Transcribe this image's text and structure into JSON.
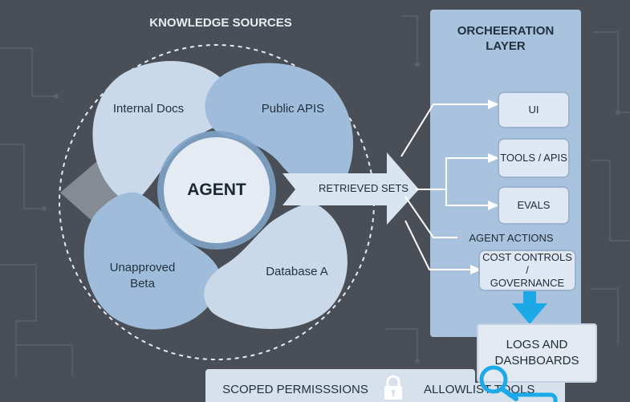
{
  "knowledge_sources": {
    "title": "KNOWLEDGE SOURCES",
    "sources": [
      "Internal Docs",
      "Public APIS",
      "Unapproved Beta",
      "Database A"
    ],
    "center": "AGENT"
  },
  "flow": {
    "retrieved": "RETRIEVED SETS",
    "agent_actions": "AGENT ACTIONS"
  },
  "orchestration": {
    "title_line1": "ORCHEERATION",
    "title_line2": "LAYER",
    "items": [
      "UI",
      "TOOLS / APIS",
      "EVALS"
    ],
    "cost_line1": "COST CONTROLS /",
    "cost_line2": "GOVERNANCE"
  },
  "logs": {
    "line1": "LOGS AND",
    "line2": "DASHBOARDS"
  },
  "bottom_bar": {
    "permissions": "SCOPED PERMISSSIONS",
    "allowlist": "ALLOWLIST TOOLS"
  },
  "colors": {
    "background": "#4a4f57",
    "panel": "#a9c3de",
    "petal_light": "#c9d9ea",
    "petal_mid": "#9fbddb",
    "accent": "#1ba9e8"
  },
  "icons": {
    "lock": "lock-icon",
    "magnifier": "magnifier-icon"
  }
}
